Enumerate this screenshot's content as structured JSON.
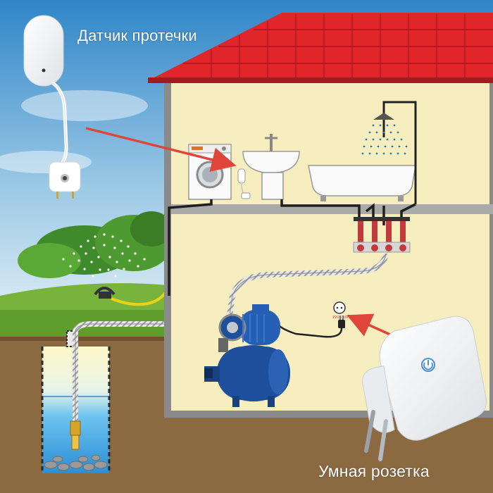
{
  "labels": {
    "leak_sensor": "Датчик протечки",
    "smart_socket": "Умная розетка",
    "socket_rating": "220В 50Гц"
  },
  "icons": {
    "sensor": "water-leak-sensor-icon",
    "socket": "smart-plug-icon",
    "power": "power-icon"
  },
  "colors": {
    "sky_top": "#2f86c8",
    "sky_bottom": "#e9f3f7",
    "roof": "#e0262b",
    "wall": "#f7eec0",
    "ground": "#8b6a42",
    "grass": "#6aa133",
    "water": "#4db2e8",
    "pump": "#1d4f9c",
    "arrow": "#e0453a",
    "caption": "#ffffff"
  }
}
